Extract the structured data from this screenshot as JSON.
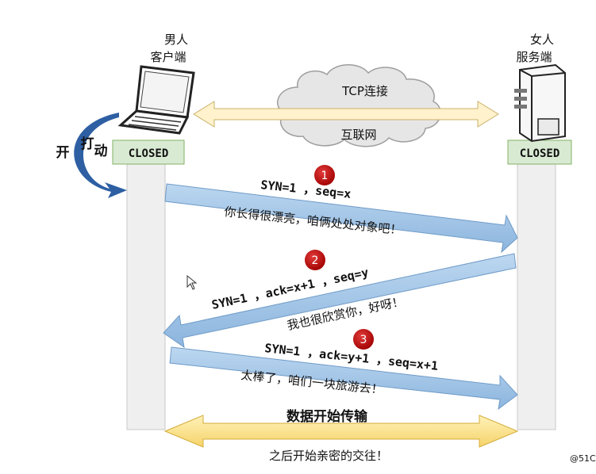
{
  "client": {
    "line1": "男人",
    "line2": "客户端",
    "state": "CLOSED",
    "action": [
      "动",
      "打",
      "开"
    ]
  },
  "server": {
    "line1": "女人",
    "line2": "服务端",
    "state": "CLOSED"
  },
  "network": {
    "connection": "TCP连接",
    "cloud": "互联网"
  },
  "steps": [
    {
      "number": "1",
      "packet": "SYN=1  ，seq=x",
      "caption": "你长得很漂亮，咱俩处处对象吧！"
    },
    {
      "number": "2",
      "packet": "SYN=1 ，ack=x+1 ，seq=y",
      "caption": "我也很欣赏你，好呀！"
    },
    {
      "number": "3",
      "packet": "SYN=1 ，ack=y+1 ，seq=x+1",
      "caption": "太棒了，咱们一块旅游去！"
    }
  ],
  "transfer": {
    "title": "数据开始传输",
    "caption": "之后开始亲密的交往！"
  },
  "watermark": "@51C",
  "colors": {
    "state_box": "#d9ead3",
    "state_border": "#82b366",
    "lifeline": "#efefef",
    "arrow_blue": "#9dc3e6",
    "arrow_yellow": "#ffe699",
    "badge": "#c00000"
  }
}
